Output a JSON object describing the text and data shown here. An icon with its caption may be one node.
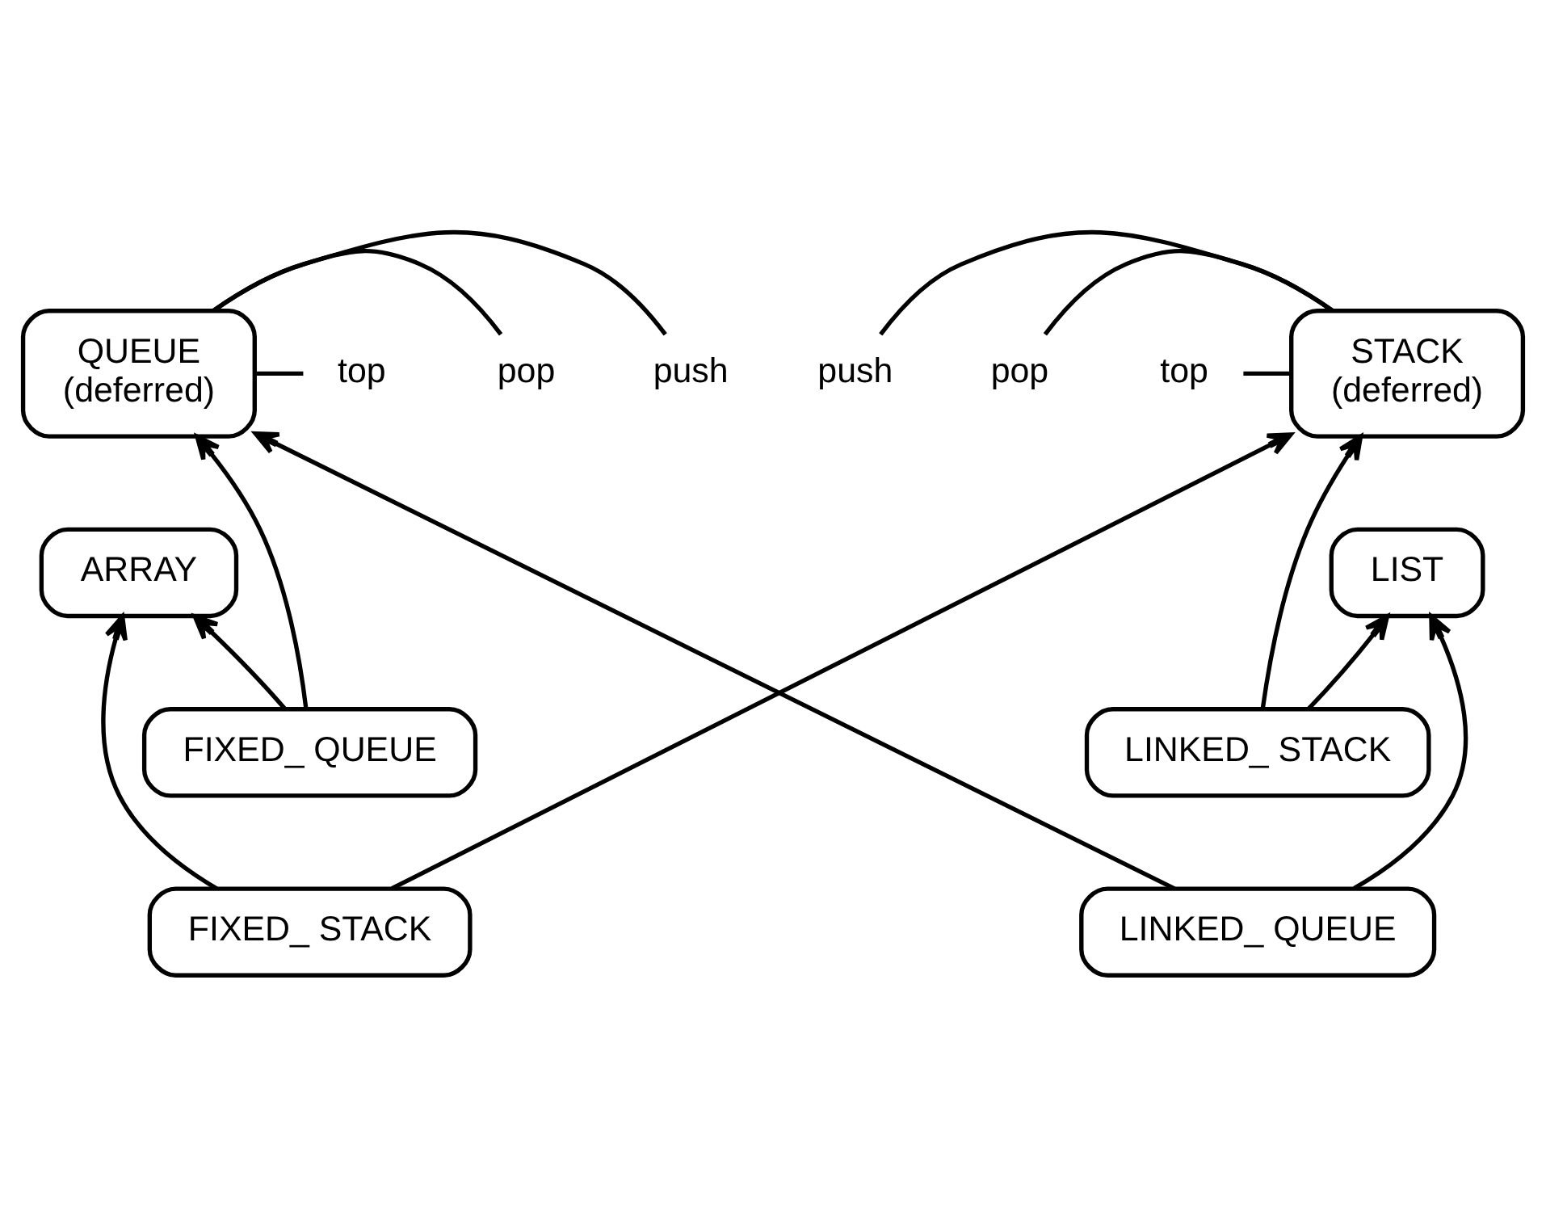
{
  "diagram": {
    "nodes": [
      {
        "text": [
          "STACK",
          "(deferred)"
        ]
      },
      {
        "text": [
          "QUEUE",
          "(deferred)"
        ]
      },
      {
        "text": [
          "LIST"
        ]
      },
      {
        "text": [
          "ARRAY"
        ]
      },
      {
        "text": [
          "LINKED_ STACK"
        ]
      },
      {
        "text": [
          "FIXED_ QUEUE"
        ]
      },
      {
        "text": [
          "LINKED_ QUEUE"
        ]
      },
      {
        "text": [
          "FIXED_ STACK"
        ]
      },
      {
        "text": [
          "push"
        ]
      },
      {
        "text": [
          "pop"
        ]
      },
      {
        "text": [
          "top"
        ]
      },
      {
        "text": [
          "push"
        ]
      },
      {
        "text": [
          "pop"
        ]
      },
      {
        "text": [
          "top"
        ]
      }
    ],
    "edges": [
      {
        "from": 8,
        "to": 0,
        "arrow": "none"
      },
      {
        "from": 9,
        "to": 0,
        "arrow": "none"
      },
      {
        "from": 10,
        "to": 0,
        "arrow": "none"
      },
      {
        "from": 1,
        "to": 11,
        "arrow": "none"
      },
      {
        "from": 1,
        "to": 12,
        "arrow": "none"
      },
      {
        "from": 1,
        "to": 13,
        "arrow": "none"
      },
      {
        "from": 4,
        "to": 2,
        "arrow": "to"
      },
      {
        "from": 4,
        "to": 0,
        "arrow": "to"
      },
      {
        "from": 6,
        "to": 2,
        "arrow": "to"
      },
      {
        "from": 6,
        "to": 1,
        "arrow": "to"
      },
      {
        "from": 5,
        "to": 1,
        "arrow": "to"
      },
      {
        "from": 5,
        "to": 3,
        "arrow": "to"
      },
      {
        "from": 7,
        "to": 3,
        "arrow": "to"
      },
      {
        "from": 7,
        "to": 0,
        "arrow": "to"
      }
    ]
  }
}
